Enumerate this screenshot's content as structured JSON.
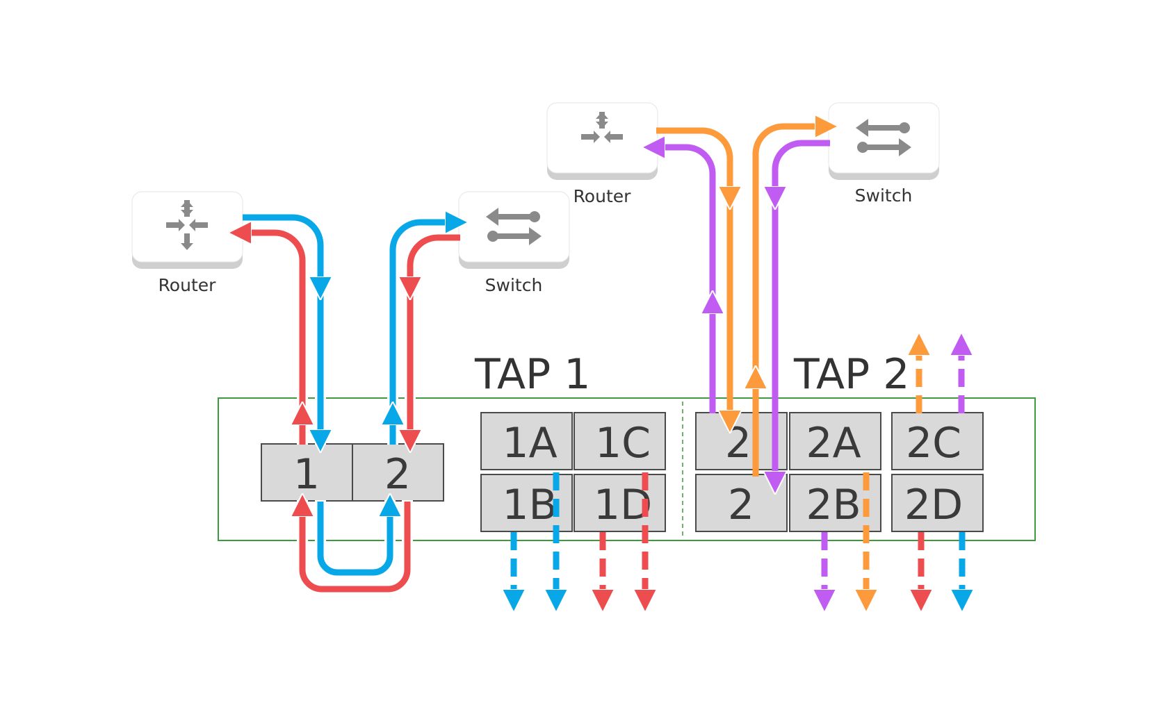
{
  "devices": {
    "router_1": {
      "label": "Router",
      "icon": "router-icon"
    },
    "switch_1": {
      "label": "Switch",
      "icon": "switch-icon"
    },
    "router_2": {
      "label": "Router",
      "icon": "router-icon"
    },
    "switch_2": {
      "label": "Switch",
      "icon": "switch-icon"
    }
  },
  "taps": {
    "tap_1": {
      "title": "TAP 1",
      "network_ports": [
        "1",
        "2"
      ],
      "monitor_ports": [
        "1A",
        "1C",
        "1B",
        "1D"
      ]
    },
    "tap_2": {
      "title": "TAP 2",
      "network_ports": [
        "2",
        "2"
      ],
      "monitor_ports": [
        "2A",
        "2C",
        "2B",
        "2D"
      ]
    }
  },
  "colors": {
    "red": "#ee4d4f",
    "blue": "#08a8e8",
    "orange": "#fc9a3c",
    "purple": "#c15cf3",
    "enclosure": "#3d9a3d",
    "port_fill": "#d9d9d9"
  }
}
